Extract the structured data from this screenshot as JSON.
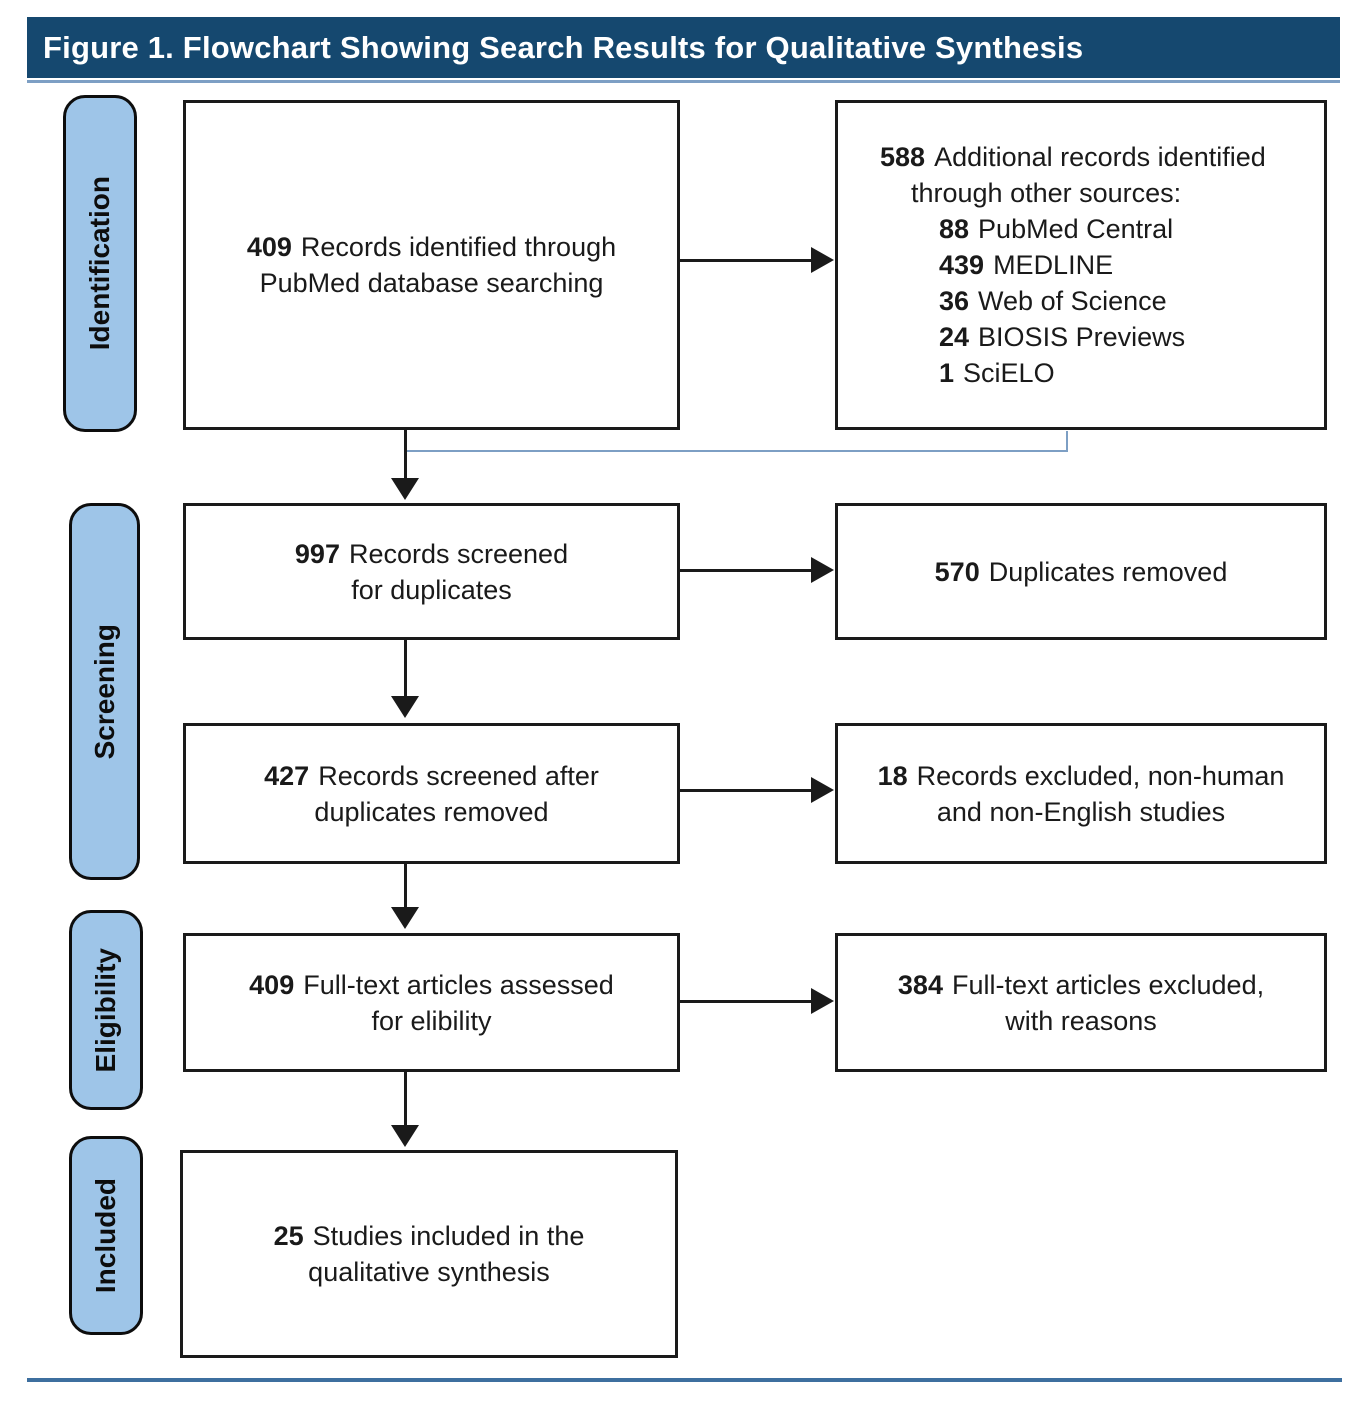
{
  "title": "Figure 1. Flowchart Showing Search Results for Qualitative Synthesis",
  "stages": {
    "identification": "Identification",
    "screening": "Screening",
    "eligibility": "Eligibility",
    "included": "Included"
  },
  "boxes": {
    "records_identified": {
      "count": "409",
      "line1": "Records identified through",
      "line2": "PubMed database searching"
    },
    "additional_records": {
      "count": "588",
      "line1": "Additional records identified",
      "line2": "through other sources:",
      "items": [
        {
          "count": "88",
          "label": "PubMed Central"
        },
        {
          "count": "439",
          "label": "MEDLINE"
        },
        {
          "count": "36",
          "label": "Web of Science"
        },
        {
          "count": "24",
          "label": "BIOSIS Previews"
        },
        {
          "count": "1",
          "label": "SciELO"
        }
      ]
    },
    "records_screened": {
      "count": "997",
      "line1": "Records screened",
      "line2": "for duplicates"
    },
    "duplicates_removed": {
      "count": "570",
      "line1": "Duplicates removed",
      "line2": ""
    },
    "screened_after": {
      "count": "427",
      "line1": "Records screened after",
      "line2": "duplicates removed"
    },
    "records_excluded": {
      "count": "18",
      "line1": "Records excluded, non-human",
      "line2": "and non-English studies"
    },
    "fulltext_assessed": {
      "count": "409",
      "line1": "Full-text articles assessed",
      "line2": "for elibility"
    },
    "fulltext_excluded": {
      "count": "384",
      "line1": "Full-text articles excluded,",
      "line2": "with reasons"
    },
    "studies_included": {
      "count": "25",
      "line1": "Studies included in the",
      "line2": "qualitative synthesis"
    }
  },
  "colors": {
    "header_bg": "#15486F",
    "stage_fill": "#9EC5E8",
    "connector_blue": "#7D9FC4",
    "accent_rule": "#3D6F9F"
  }
}
